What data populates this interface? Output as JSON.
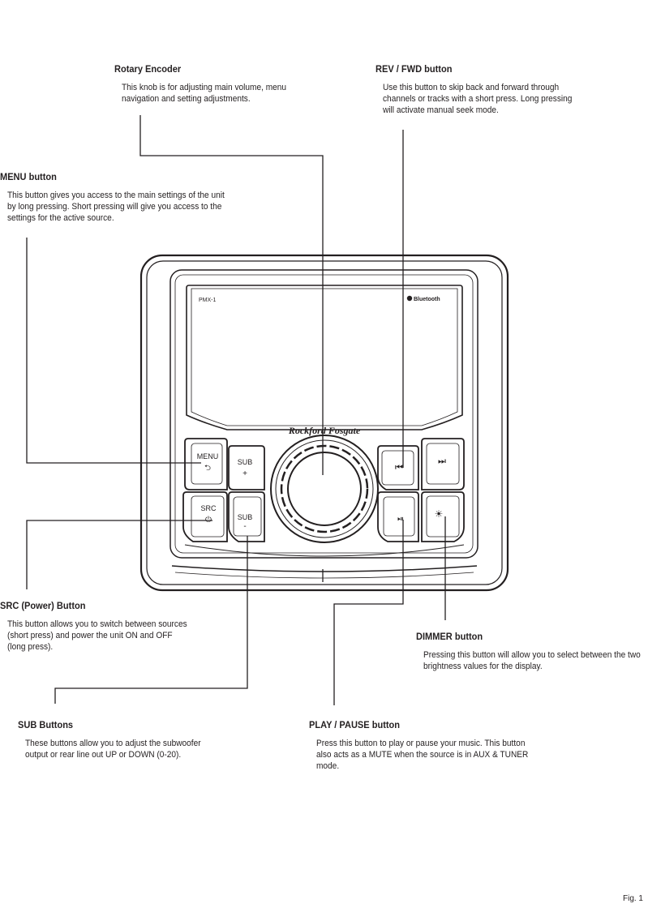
{
  "callouts": {
    "rotary": {
      "title": "Rotary Encoder",
      "body": "This knob is for adjusting main volume, menu navigation and setting adjustments."
    },
    "revfwd": {
      "title": "REV / FWD button",
      "body": "Use this button to skip back and forward through channels or tracks with a short press. Long pressing will activate manual seek mode."
    },
    "menu": {
      "title": "MENU button",
      "body": "This button gives you access to the main settings of the unit by long pressing. Short pressing will give you access to the settings for the active source."
    },
    "src": {
      "title": "SRC (Power) Button",
      "body": "This button allows you to switch between sources (short press) and power the unit ON and OFF (long press)."
    },
    "dimmer": {
      "title": "DIMMER button",
      "body": "Pressing this button will allow you to select between the two brightness values for the display."
    },
    "sub": {
      "title": "SUB Buttons",
      "body": "These buttons allow you to adjust the subwoofer output or rear line out UP or DOWN (0-20)."
    },
    "playpause": {
      "title": "PLAY / PAUSE button",
      "body": "Press this button to play or pause your music. This button also acts as a MUTE when the source is in AUX & TUNER mode."
    }
  },
  "device": {
    "model": "PMX-1",
    "bluetooth": "Bluetooth",
    "brand": "Rockford Fosgate",
    "menu_label": "MENU",
    "sub_label": "SUB",
    "sub_up": "+",
    "sub_down": "-",
    "src_label": "SRC"
  },
  "figure_label": "Fig. 1"
}
